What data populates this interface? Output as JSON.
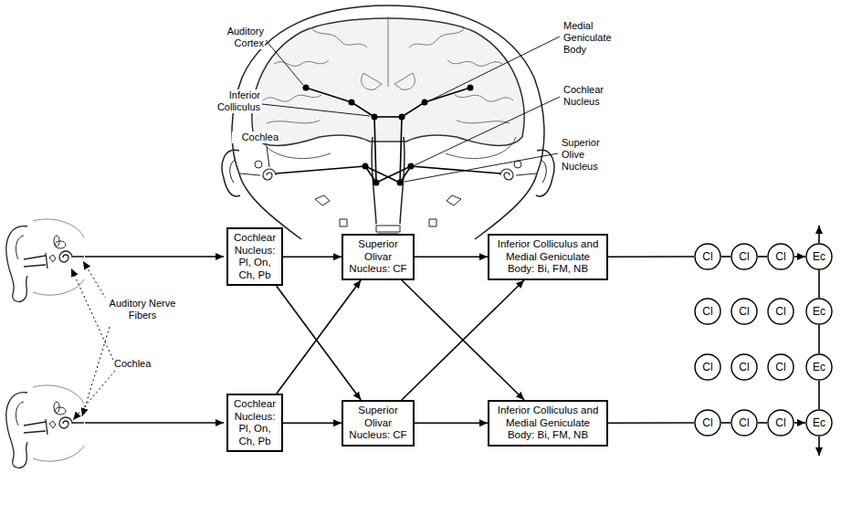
{
  "diagram": {
    "nodes": [
      {
        "text": [
          "Cochlear Nucleus: Pl, On, Ch, Pb"
        ]
      },
      {
        "text": [
          "Superior Olivar Nucleus: CF"
        ]
      },
      {
        "text": [
          "Inferior Colliculus and Medial Geniculate Body: Bi, FM, NB"
        ]
      },
      {
        "text": [
          "Cochlear Nucleus: Pl, On, Ch, Pb"
        ]
      },
      {
        "text": [
          "Superior Olivar Nucleus: CF"
        ]
      },
      {
        "text": [
          "Inferior Colliculus and Medial Geniculate Body: Bi, FM, NB"
        ]
      },
      {
        "text": [
          "Cl"
        ]
      },
      {
        "text": [
          "Cl"
        ]
      },
      {
        "text": [
          "Cl"
        ]
      },
      {
        "text": [
          "Ec"
        ]
      },
      {
        "text": [
          "Cl"
        ]
      },
      {
        "text": [
          "Cl"
        ]
      },
      {
        "text": [
          "Cl"
        ]
      },
      {
        "text": [
          "Ec"
        ]
      },
      {
        "text": [
          "Cl"
        ]
      },
      {
        "text": [
          "Cl"
        ]
      },
      {
        "text": [
          "Cl"
        ]
      },
      {
        "text": [
          "Ec"
        ]
      },
      {
        "text": [
          "Cl"
        ]
      },
      {
        "text": [
          "Cl"
        ]
      },
      {
        "text": [
          "Cl"
        ]
      },
      {
        "text": [
          "Ec"
        ]
      }
    ],
    "edges": [
      {
        "from": 0,
        "to": 1,
        "arrow": "to"
      },
      {
        "from": 0,
        "to": 4,
        "arrow": "to"
      },
      {
        "from": 3,
        "to": 4,
        "arrow": "to"
      },
      {
        "from": 3,
        "to": 1,
        "arrow": "to"
      },
      {
        "from": 1,
        "to": 2,
        "arrow": "to"
      },
      {
        "from": 1,
        "to": 5,
        "arrow": "to"
      },
      {
        "from": 4,
        "to": 5,
        "arrow": "to"
      },
      {
        "from": 4,
        "to": 2,
        "arrow": "to"
      },
      {
        "from": 2,
        "to": 6,
        "arrow": "none"
      },
      {
        "from": 6,
        "to": 7,
        "arrow": "none"
      },
      {
        "from": 7,
        "to": 8,
        "arrow": "none"
      },
      {
        "from": 8,
        "to": 9,
        "arrow": "to"
      },
      {
        "from": 5,
        "to": 18,
        "arrow": "none"
      },
      {
        "from": 18,
        "to": 19,
        "arrow": "none"
      },
      {
        "from": 19,
        "to": 20,
        "arrow": "none"
      },
      {
        "from": 20,
        "to": 21,
        "arrow": "to"
      },
      {
        "from": 9,
        "to": 13,
        "arrow": "none"
      },
      {
        "from": 13,
        "to": 17,
        "arrow": "none"
      },
      {
        "from": 17,
        "to": 21,
        "arrow": "none"
      }
    ],
    "labels": [
      "Auditory Cortex",
      "Inferior Colliculus",
      "Cochlea",
      "Medial Geniculate Body",
      "Cochlear Nucleus",
      "Superior Olive Nucleus",
      "Auditory Nerve Fibers",
      "Cochlea"
    ]
  }
}
